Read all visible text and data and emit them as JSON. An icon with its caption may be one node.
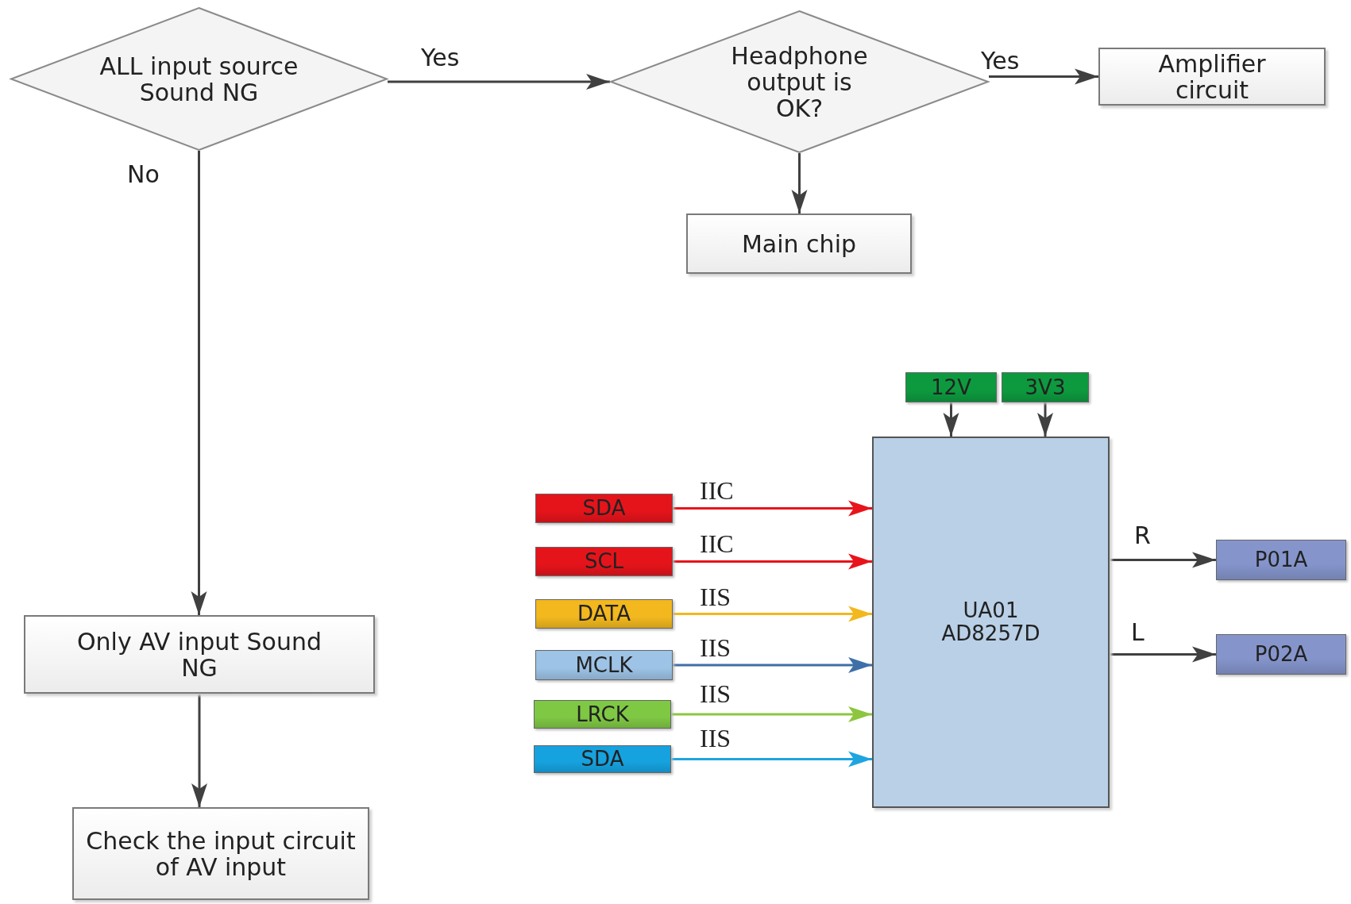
{
  "diagram": {
    "nodes": [
      {
        "text": [
          "ALL input source Sound NG"
        ]
      },
      {
        "text": [
          "Headphone output is OK?"
        ]
      },
      {
        "text": [
          "Amplifier circuit"
        ]
      },
      {
        "text": [
          "Main chip"
        ]
      },
      {
        "text": [
          "Only AV input Sound NG"
        ]
      },
      {
        "text": [
          "Check the input circuit of AV input"
        ]
      },
      {
        "text": [
          "12V"
        ]
      },
      {
        "text": [
          "3V3"
        ]
      },
      {
        "text": [
          "UA01 AD8257D"
        ]
      },
      {
        "text": [
          "SDA"
        ]
      },
      {
        "text": [
          "SCL"
        ]
      },
      {
        "text": [
          "DATA"
        ]
      },
      {
        "text": [
          "MCLK"
        ]
      },
      {
        "text": [
          "LRCK"
        ]
      },
      {
        "text": [
          "SDA"
        ]
      },
      {
        "text": [
          "P01A"
        ]
      },
      {
        "text": [
          "P02A"
        ]
      }
    ],
    "edges": [
      {
        "from": 0,
        "to": 1,
        "arrow": "to",
        "label": "Yes"
      },
      {
        "from": 1,
        "to": 2,
        "arrow": "to",
        "label": "Yes"
      },
      {
        "from": 1,
        "to": 3,
        "arrow": "to"
      },
      {
        "from": 0,
        "to": 4,
        "arrow": "to",
        "label": "No"
      },
      {
        "from": 4,
        "to": 5,
        "arrow": "to"
      },
      {
        "from": 6,
        "to": 8,
        "arrow": "to"
      },
      {
        "from": 7,
        "to": 8,
        "arrow": "to"
      },
      {
        "from": 9,
        "to": 8,
        "arrow": "to",
        "label": "IIC",
        "color": "#e8141b"
      },
      {
        "from": 10,
        "to": 8,
        "arrow": "to",
        "label": "IIC",
        "color": "#e8141b"
      },
      {
        "from": 11,
        "to": 8,
        "arrow": "to",
        "label": "IIS",
        "color": "#f2b81e"
      },
      {
        "from": 12,
        "to": 8,
        "arrow": "to",
        "label": "IIS",
        "color": "#3f6fa8"
      },
      {
        "from": 13,
        "to": 8,
        "arrow": "to",
        "label": "IIS",
        "color": "#8cc63f"
      },
      {
        "from": 14,
        "to": 8,
        "arrow": "to",
        "label": "IIS",
        "color": "#1ea5e0"
      },
      {
        "from": 8,
        "to": 15,
        "arrow": "to",
        "label": "R"
      },
      {
        "from": 8,
        "to": 16,
        "arrow": "to",
        "label": "L"
      }
    ]
  }
}
